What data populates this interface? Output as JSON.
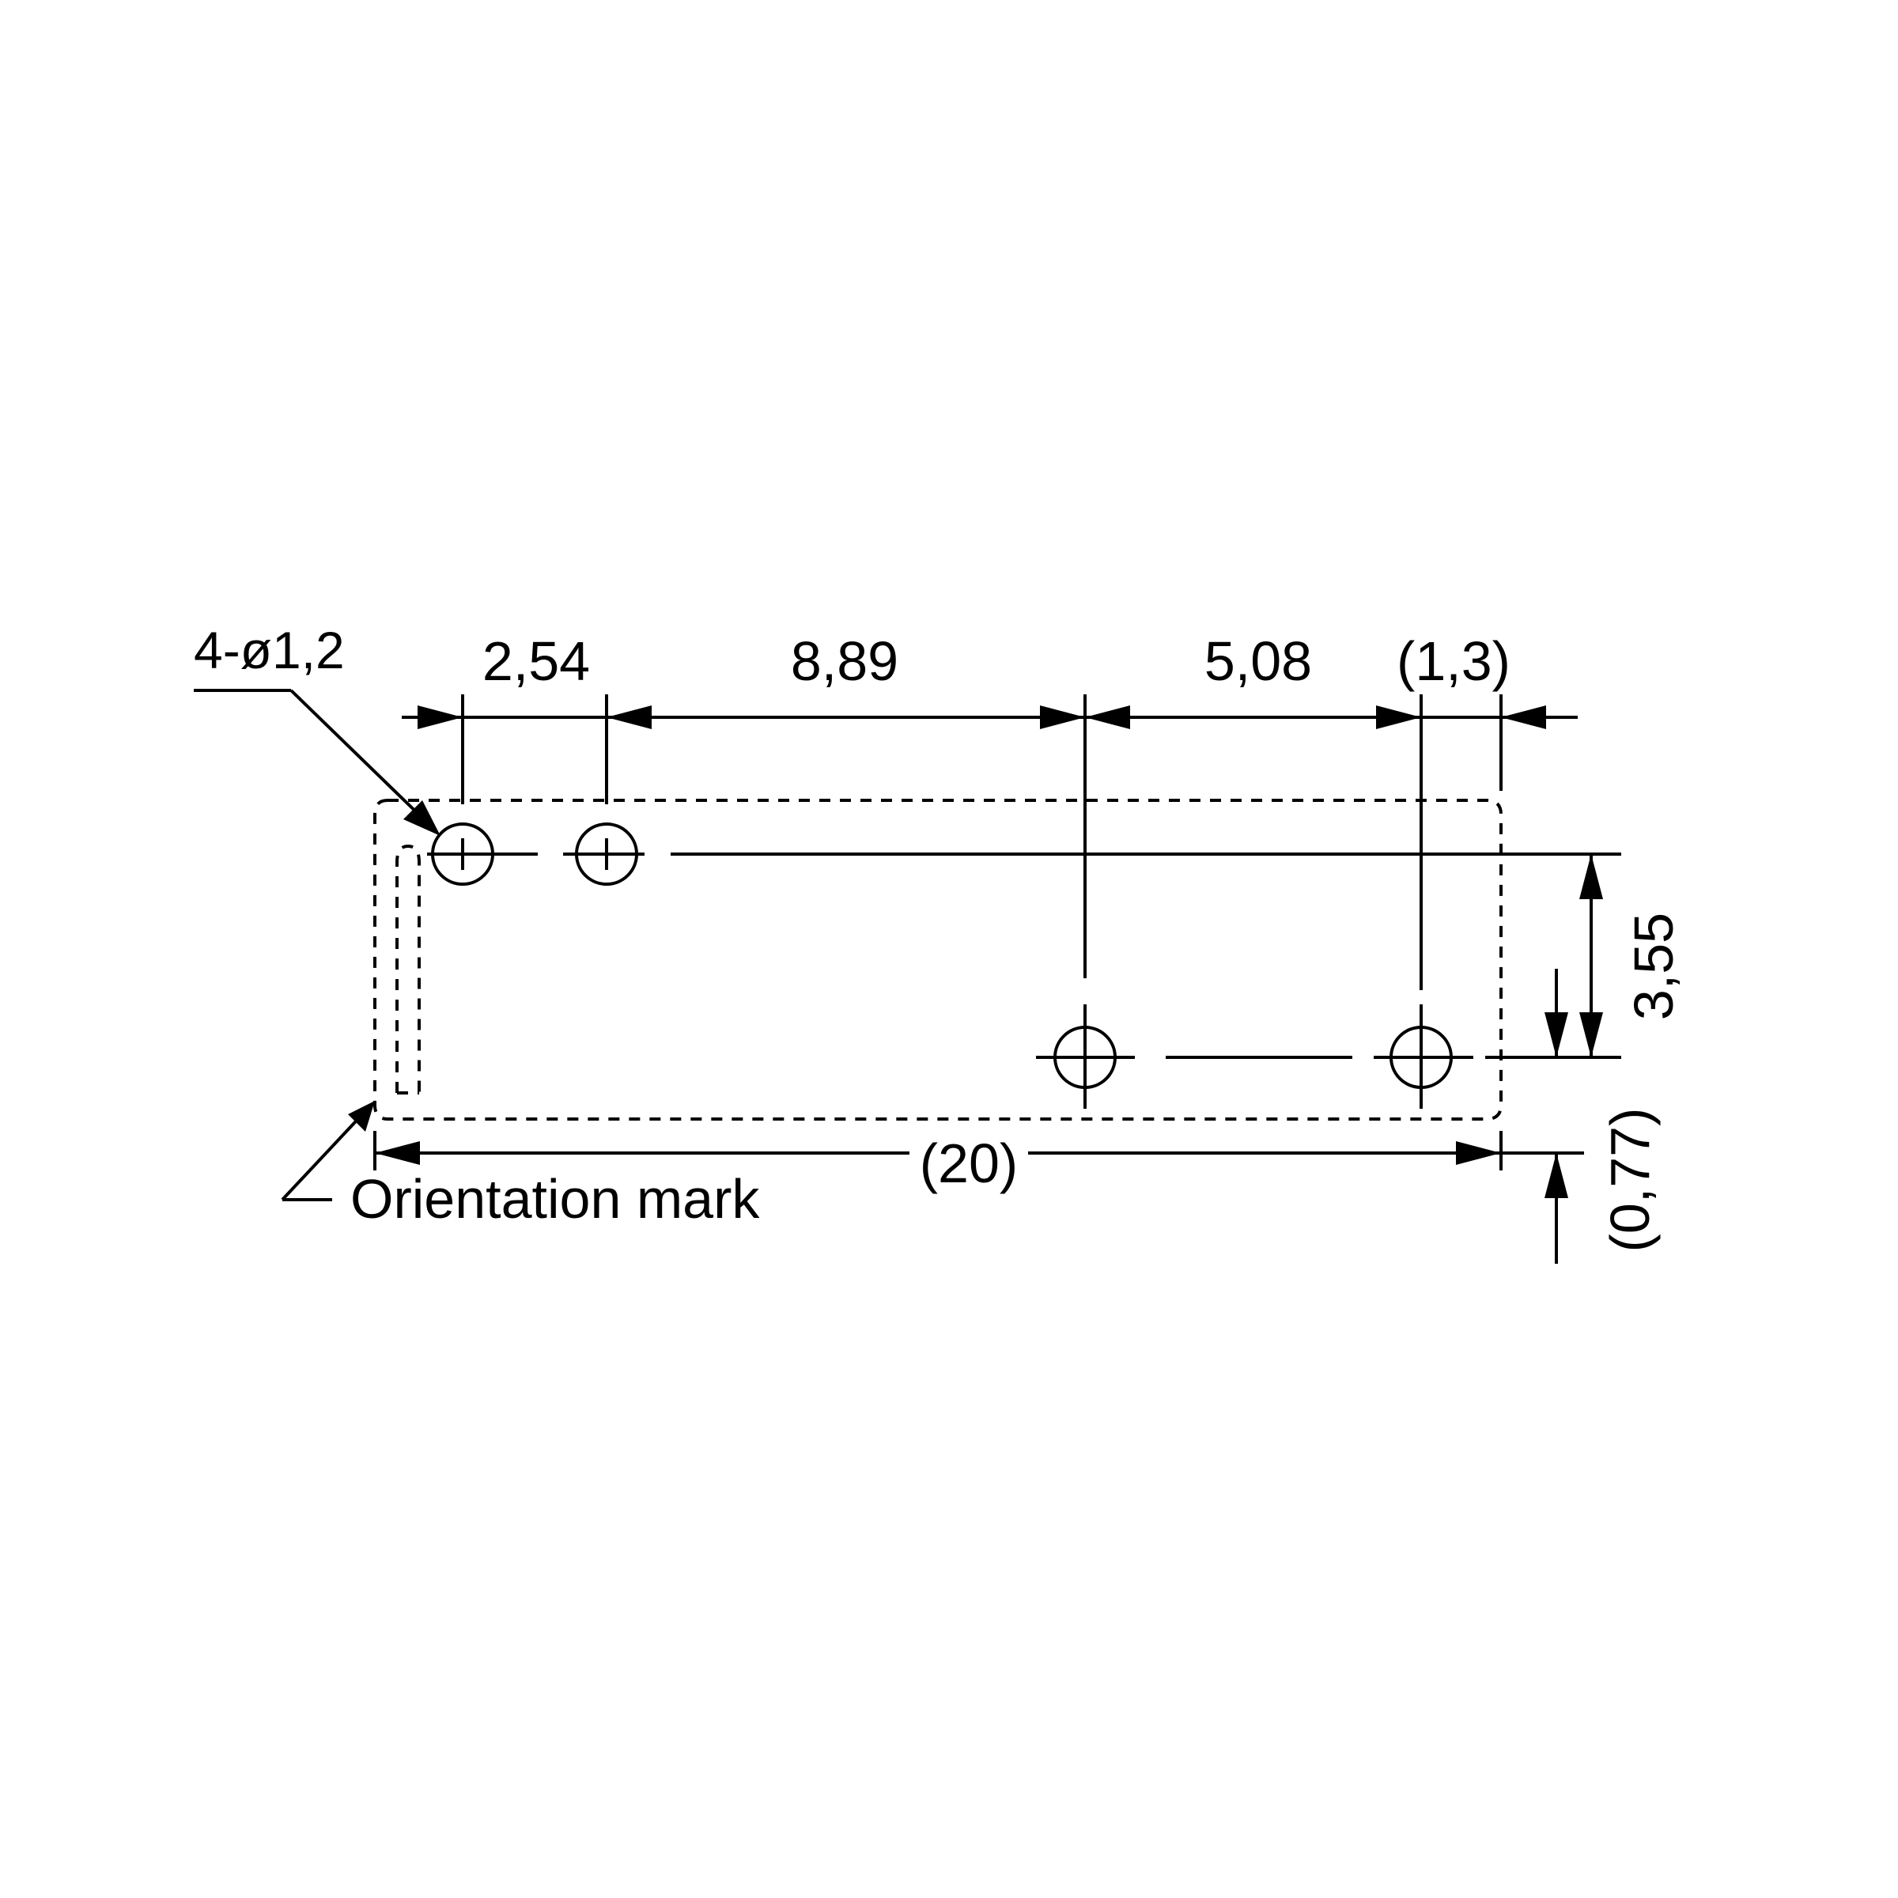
{
  "drawing": {
    "hole_callout": "4-ø1,2",
    "orientation_label": "Orientation mark",
    "dimensions": {
      "pitch_1": "2,54",
      "pitch_2": "8,89",
      "pitch_3": "5,08",
      "edge_offset": "(1,3)",
      "row_spacing": "3,55",
      "overall_length": "(20)",
      "bottom_offset": "(0,77)"
    },
    "colors": {
      "line": "#000000",
      "background": "#ffffff"
    }
  }
}
